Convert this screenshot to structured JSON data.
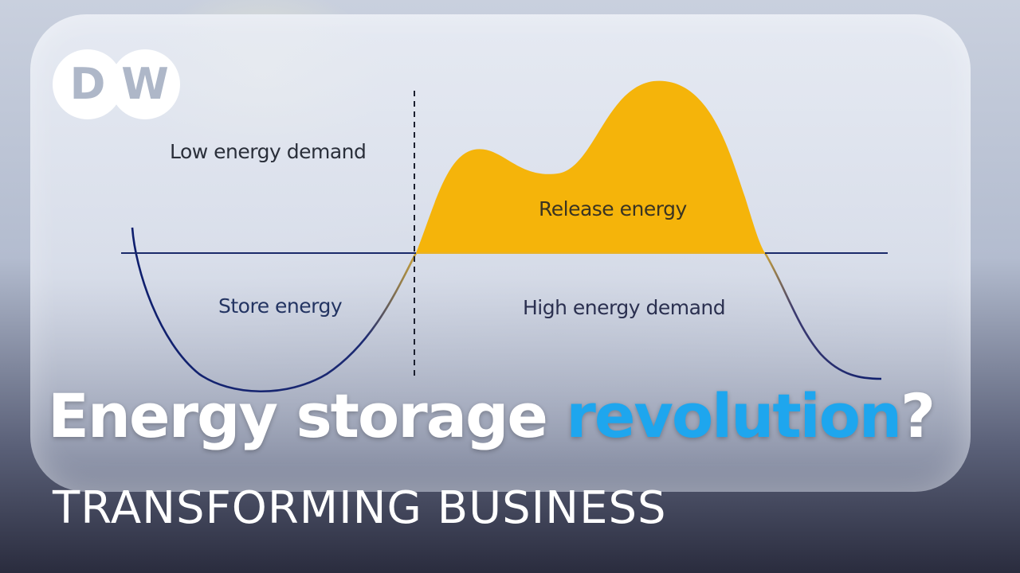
{
  "brand": {
    "logo_text": "DW"
  },
  "diagram": {
    "labels": {
      "low_demand": "Low energy demand",
      "store": "Store energy",
      "release": "Release energy",
      "high_demand": "High energy demand"
    },
    "colors": {
      "curve": "#0f1f6e",
      "fill": "#f5b40a",
      "baseline": "#1a2a6a"
    }
  },
  "headline": {
    "part1": "Energy storage ",
    "accent": "revolution",
    "part2": "?"
  },
  "subline": "TRANSFORMING BUSINESS",
  "colors": {
    "accent": "#1ea6ee",
    "text": "#ffffff"
  }
}
